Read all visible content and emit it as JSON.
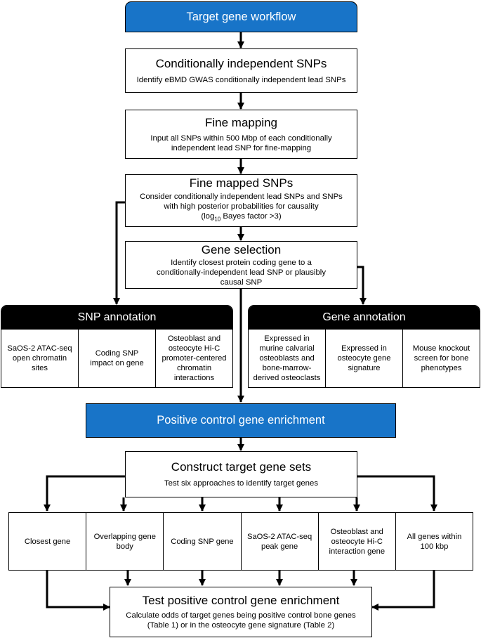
{
  "workflow": {
    "title": "Target gene workflow",
    "conditional": {
      "title": "Conditionally independent SNPs",
      "text": "Identify eBMD GWAS conditionally independent lead SNPs"
    },
    "fine_mapping": {
      "title": "Fine mapping",
      "line1": "Input all SNPs within 500 Mbp of each conditionally",
      "line2": "independent lead SNP for fine-mapping"
    },
    "fine_mapped": {
      "title": "Fine mapped SNPs",
      "line1": "Consider conditionally independent lead SNPs and SNPs",
      "line2": "with high posterior probabilities for causality",
      "line3_pre": "(log",
      "line3_sub": "10",
      "line3_post": " Bayes factor >3)"
    },
    "gene_selection": {
      "title": "Gene selection",
      "line1": "Identify closest protein coding gene to a",
      "line2": "conditionally-independent lead SNP or plausibly",
      "line3": "causal SNP"
    }
  },
  "snp_annotation": {
    "title": "SNP annotation",
    "cells": [
      [
        "SaOS-2 ATAC-seq",
        "open chromatin",
        "sites"
      ],
      [
        "Coding SNP",
        "impact on gene"
      ],
      [
        "Osteoblast and",
        "osteocyte Hi-C",
        "promoter-centered",
        "chromatin",
        "interactions"
      ]
    ]
  },
  "gene_annotation": {
    "title": "Gene annotation",
    "cells": [
      [
        "Expressed in",
        "murine calvarial",
        "osteoblasts and",
        "bone-marrow-",
        "derived osteoclasts"
      ],
      [
        "Expressed in",
        "osteocyte gene",
        "signature"
      ],
      [
        "Mouse knockout",
        "screen for bone",
        "phenotypes"
      ]
    ]
  },
  "enrichment": {
    "title": "Positive control gene enrichment",
    "construct": {
      "title": "Construct target gene sets",
      "text": "Test six approaches to identify target genes"
    },
    "approaches": [
      [
        "Closest gene"
      ],
      [
        "Overlapping gene",
        "body"
      ],
      [
        "Coding SNP gene"
      ],
      [
        "SaOS-2 ATAC-seq",
        "peak gene"
      ],
      [
        "Osteoblast and",
        "osteocyte Hi-C",
        "interaction gene"
      ],
      [
        "All genes within",
        "100 kbp"
      ]
    ],
    "test": {
      "title": "Test positive control gene enrichment",
      "line1": "Calculate odds of target genes being positive control bone genes",
      "line2": "(Table 1) or in the osteocyte gene signature (Table 2)"
    }
  }
}
